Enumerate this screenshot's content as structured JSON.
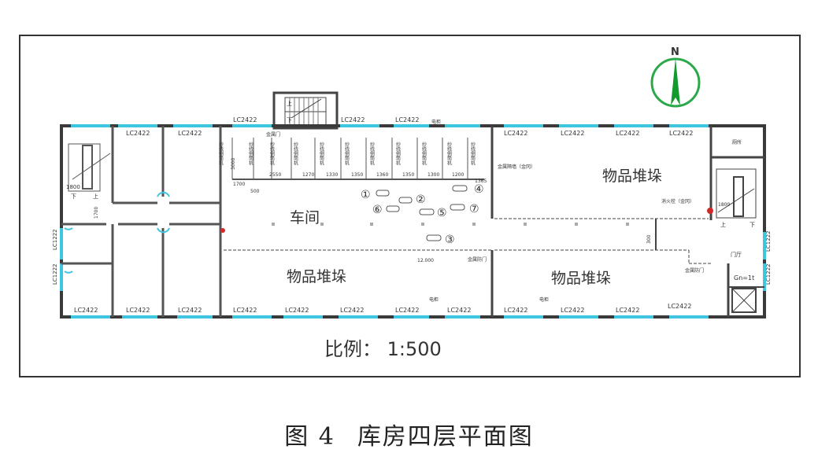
{
  "north_label": "N",
  "scale_label": "比例： 1:500",
  "caption": {
    "figure_no": "图 4",
    "title": "库房四层平面图"
  },
  "rooms": {
    "workshop": "车间",
    "storage_right_top": "物品堆垛",
    "storage_bottom_mid": "物品堆垛",
    "storage_bottom_right": "物品堆垛"
  },
  "window_labels": {
    "w1": "LC2422",
    "w2": "LC2422",
    "w3": "LC2422",
    "w4": "LC2422",
    "w5": "LC2422",
    "w6": "LC2422",
    "w7": "LC2422",
    "w8": "LC2422",
    "w9": "LC2422",
    "w10": "LC2422",
    "w11": "LC2422",
    "w12": "LC2422",
    "w13": "LC2422",
    "w14": "LC2422",
    "w15": "LC2422",
    "w16": "LC2422",
    "w17": "LC2422",
    "w18": "LC2422",
    "w19": "LC2422",
    "wl1": "LC1222",
    "wl2": "LC1222",
    "wr1": "LC1222",
    "wr2": "LC1222"
  },
  "machine_label": "纱线倒筒机",
  "dimensions": {
    "d3000": "3000",
    "d1700": "1700",
    "d500": "500",
    "d2550": "2550",
    "d1270": "1270",
    "d1330": "1330",
    "d1350": "1350",
    "d1360": "1360",
    "d1350b": "1350",
    "d1300": "1300",
    "d1200": "1200",
    "d1365": "1365",
    "d1800l": "1800",
    "d1800r": "1800",
    "d1700v": "1700",
    "d300": "300",
    "elev": "12.000"
  },
  "small_labels": {
    "metal_door_top": "金属门",
    "metal_door_mid": "金属防门",
    "metal_door_right": "金属防门",
    "partition": "金属隔墙（金冈）",
    "hydrant": "消火栓（金冈）",
    "elec_top": "电柜",
    "elec_bot1": "电柜",
    "elec_bot2": "电柜",
    "toilet": "厕所",
    "stair_up_l": "上",
    "stair_dn_l": "下",
    "stair_up_r": "上",
    "stair_dn_r": "下",
    "stair_up_t": "上",
    "stair_dn_t": "下",
    "lift_code": "Gn=1t",
    "door_label": "门厅"
  },
  "markers": [
    "①",
    "②",
    "③",
    "④",
    "⑤",
    "⑥",
    "⑦"
  ]
}
